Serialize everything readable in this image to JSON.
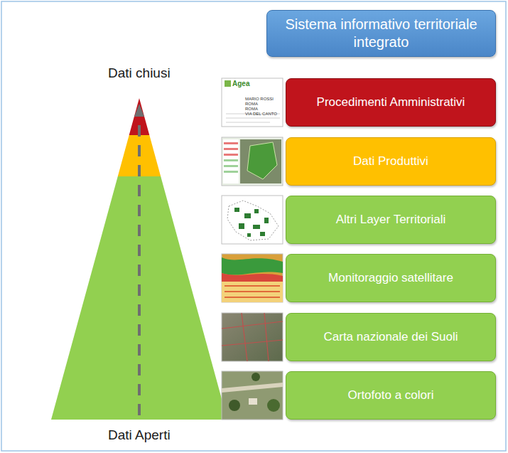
{
  "diagram": {
    "nodes": [
      {
        "text": [
          "Sistema informativo territoriale integrato"
        ]
      },
      {
        "text": [
          "Procedimenti Amministrativi"
        ]
      },
      {
        "text": [
          "Dati Produttivi"
        ]
      },
      {
        "text": [
          "Altri Layer Territoriali"
        ]
      },
      {
        "text": [
          "Monitoraggio satellitare"
        ]
      },
      {
        "text": [
          "Carta nazionale  dei Suoli"
        ]
      },
      {
        "text": [
          "Ortofoto a colori"
        ]
      }
    ],
    "labels": [
      "Dati chiusi",
      "Dati Aperti",
      "Agea",
      "MARIO ROSSI",
      "ROMA",
      "ROMA",
      "VIA DEL CANTO"
    ]
  }
}
